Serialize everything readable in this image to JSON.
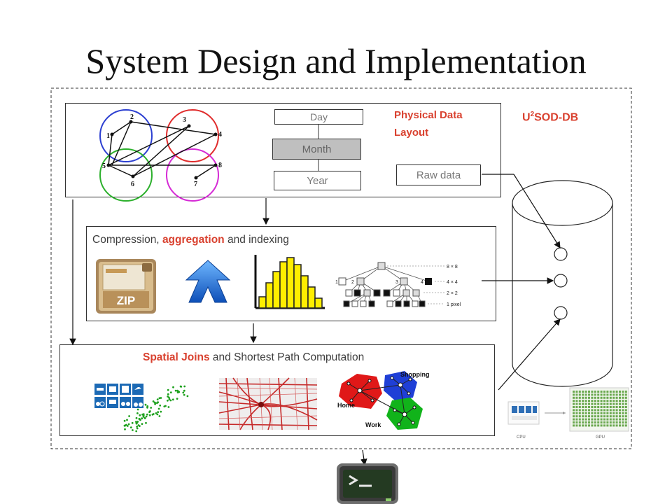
{
  "title": "System Design and Implementation",
  "database_label_prefix": "U",
  "database_label_sup": "2",
  "database_label_suffix": "SOD-DB",
  "physical_layout": {
    "label_line1": "Physical Data",
    "label_line2": "Layout",
    "hierarchy": [
      "Day",
      "Month",
      "Year"
    ],
    "raw_data": "Raw data",
    "graph_nodes": [
      "1",
      "2",
      "3",
      "4",
      "5",
      "6",
      "7",
      "8"
    ]
  },
  "compression": {
    "prefix": "Compression, ",
    "highlight": "aggregation",
    "suffix": " and indexing",
    "zip_label": "ZIP",
    "quadtree_levels": [
      "8 × 8",
      "4 × 4",
      "2 × 2",
      "1 pixel"
    ],
    "quadtree_nodes": [
      "1",
      "2",
      "3",
      "4"
    ]
  },
  "spatial": {
    "highlight": "Spatial Joins",
    "suffix": " and Shortest Path Computation",
    "region_labels": [
      "Shopping",
      "Home",
      "Work"
    ]
  },
  "cpu_gpu": {
    "cpu_label": "CPU",
    "gpu_label": "GPU"
  }
}
